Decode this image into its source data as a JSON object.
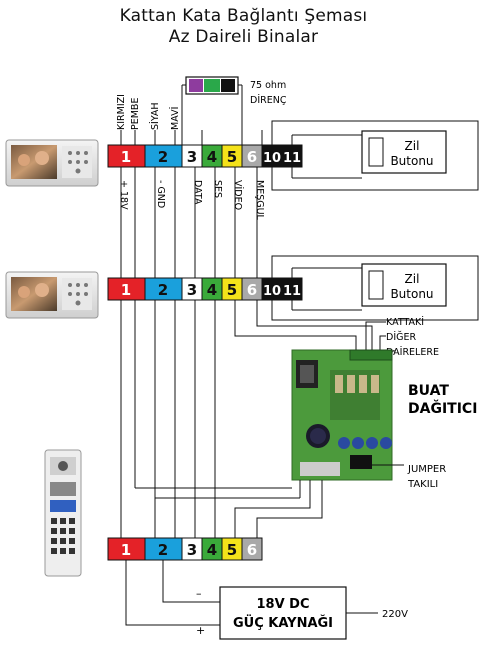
{
  "title_line1": "Kattan Kata Bağlantı Şeması",
  "title_line2": "Az Daireli Binalar",
  "wire_top_labels": [
    "KIRMIZI",
    "PEMBE",
    "SİYAH",
    "MAVİ"
  ],
  "resistor_label": "75 ohm",
  "resistor_sublabel": "DİRENÇ",
  "signal_labels": [
    "+ 18V",
    "- GND",
    "DATA",
    "SES",
    "VİDEO",
    "MEŞGUL"
  ],
  "terminals": [
    "1",
    "2",
    "3",
    "4",
    "5",
    "6",
    "10",
    "11"
  ],
  "panel_terminals": [
    "1",
    "2",
    "3",
    "4",
    "5",
    "6"
  ],
  "bell_button_line1": "Zil",
  "bell_button_line2": "Butonu",
  "kattaki_lines": [
    "KATTAKİ",
    "DİĞER",
    "DAİRELERE"
  ],
  "distributor_line1": "BUAT",
  "distributor_line2": "DAĞITICI",
  "jumper_line1": "JUMPER",
  "jumper_line2": "TAKILI",
  "psu_line1": "18V DC",
  "psu_line2": "GÜÇ KAYNAĞI",
  "psu_input": "220V",
  "psu_minus": "–",
  "psu_plus": "+",
  "colors": {
    "t1": "#e42228",
    "t2": "#1aa0dc",
    "t3": "#ffffff",
    "t4": "#3aaa3a",
    "t5": "#f4e21a",
    "t6": "#a9a9a9",
    "t10": "#111111",
    "t11": "#111111",
    "res_purple": "#8e3c9e",
    "res_green": "#2aa84a",
    "res_black": "#111111",
    "pcb": "#4c9a3c"
  }
}
